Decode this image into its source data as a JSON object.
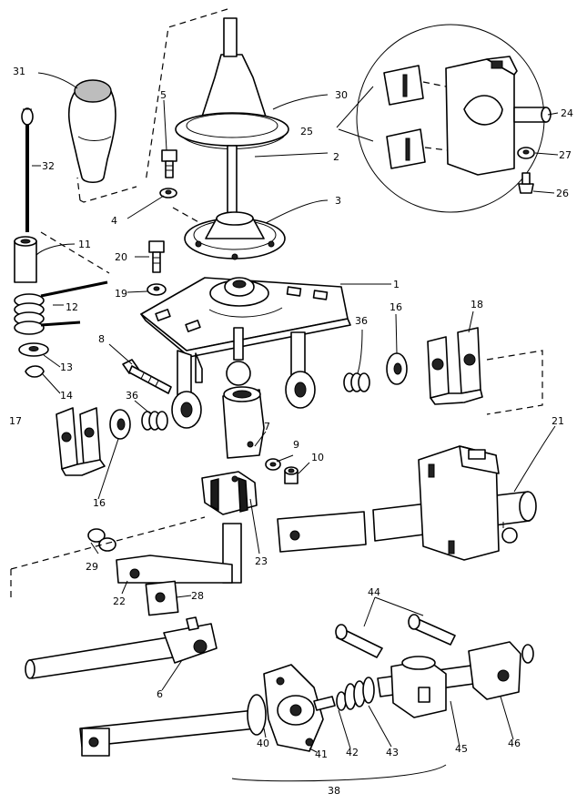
{
  "labels": {
    "p1": "1",
    "p2": "2",
    "p3": "3",
    "p4": "4",
    "p5": "5",
    "p6": "6",
    "p7": "7",
    "p8": "8",
    "p9": "9",
    "p10": "10",
    "p11": "11",
    "p12": "12",
    "p13": "13",
    "p14": "14",
    "p16a": "16",
    "p16b": "16",
    "p17": "17",
    "p18": "18",
    "p19": "19",
    "p20": "20",
    "p21": "21",
    "p22": "22",
    "p23": "23",
    "p24": "24",
    "p25": "25",
    "p26": "26",
    "p27": "27",
    "p28": "28",
    "p29": "29",
    "p30": "30",
    "p31": "31",
    "p32": "32",
    "p36a": "36",
    "p36b": "36",
    "p38": "38",
    "p40": "40",
    "p41": "41",
    "p42": "42",
    "p43": "43",
    "p44": "44",
    "p45": "45",
    "p46": "46"
  }
}
